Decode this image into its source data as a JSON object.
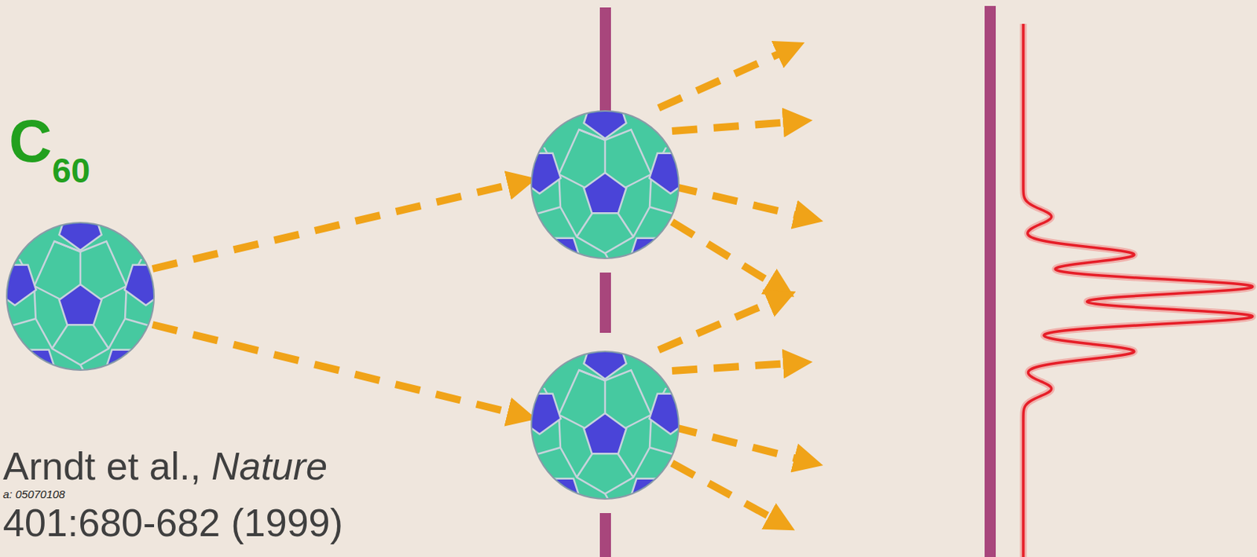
{
  "diagram": {
    "labels": [
      "C",
      "60",
      "Arndt et al.,",
      "Nature",
      "a: 05070108",
      "401:680-682 (1999)"
    ]
  }
}
